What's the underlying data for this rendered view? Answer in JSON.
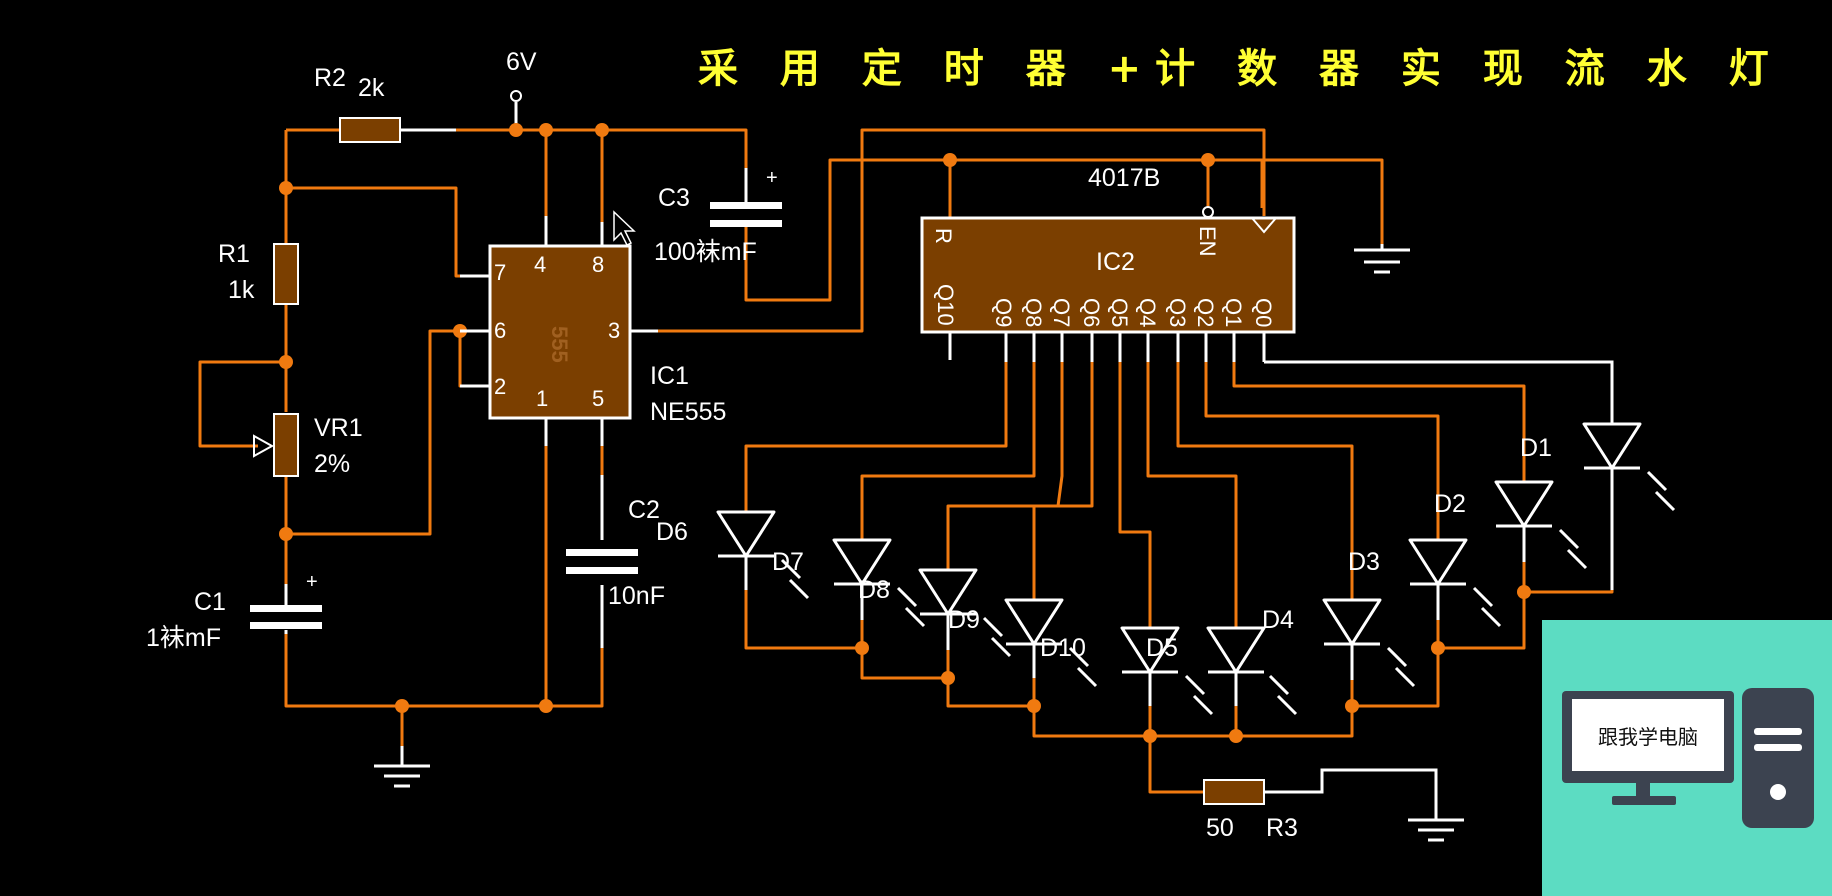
{
  "title": "采 用 定 时 器 +计 数 器 实 现 流 水 灯",
  "supply": "6V",
  "components": {
    "r1": {
      "ref": "R1",
      "value": "1k"
    },
    "r2": {
      "ref": "R2",
      "value": "2k"
    },
    "r3": {
      "ref": "R3",
      "value": "50"
    },
    "vr1": {
      "ref": "VR1",
      "value": "2%"
    },
    "c1": {
      "ref": "C1",
      "value": "1袜mF"
    },
    "c2": {
      "ref": "C2",
      "value": "10nF"
    },
    "c3": {
      "ref": "C3",
      "value": "100袜mF"
    },
    "ic1": {
      "ref": "IC1",
      "part": "NE555",
      "body": "555",
      "pins": {
        "p4": "4",
        "p8": "8",
        "p7": "7",
        "p6": "6",
        "p3": "3",
        "p2": "2",
        "p1": "1",
        "p5": "5"
      }
    },
    "ic2": {
      "ref": "IC2",
      "part": "4017B",
      "pins": {
        "r": "R",
        "en": "EN",
        "q10": "Q10",
        "q9": "Q9",
        "q8": "Q8",
        "q7": "Q7",
        "q6": "Q6",
        "q5": "Q5",
        "q4": "Q4",
        "q3": "Q3",
        "q2": "Q2",
        "q1": "Q1",
        "q0": "Q0"
      }
    }
  },
  "leds": {
    "d1": "D1",
    "d2": "D2",
    "d3": "D3",
    "d4": "D4",
    "d5": "D5",
    "d6": "D6",
    "d7": "D7",
    "d8": "D8",
    "d9": "D9",
    "d10": "D10"
  },
  "watermark": {
    "text": "跟我学电脑",
    "bg_color": "#5cdcc2"
  },
  "colors": {
    "wire": "#f07a10",
    "component": "#7b3f00",
    "title": "#ffff33",
    "background": "#000000"
  }
}
